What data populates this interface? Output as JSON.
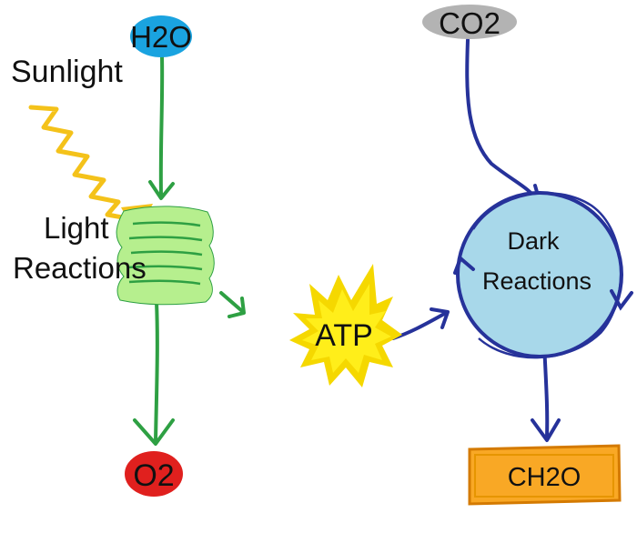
{
  "diagram": {
    "nodes": {
      "h2o": {
        "label": "H2O",
        "color": "#1aa3e0"
      },
      "co2": {
        "label": "CO2",
        "color": "#b3b3b3"
      },
      "sunlight": {
        "label": "Sunlight",
        "color": "#f4c21a"
      },
      "light_reactions": {
        "label_line1": "Light",
        "label_line2": "Reactions",
        "color": "#b6ef8e"
      },
      "atp": {
        "label": "ATP",
        "color": "#ffee1a"
      },
      "dark_reactions": {
        "label_line1": "Dark",
        "label_line2": "Reactions",
        "color": "#a8d8ea"
      },
      "o2": {
        "label": "O2",
        "color": "#e0201e"
      },
      "ch2o": {
        "label": "CH2O",
        "color": "#f9a825"
      }
    },
    "arrows": {
      "light_color": "#2ea043",
      "dark_color": "#26329a"
    }
  }
}
